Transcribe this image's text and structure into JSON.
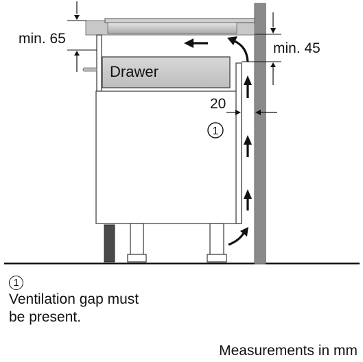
{
  "labels": {
    "min_65": "min. 65",
    "min_45": "min. 45",
    "drawer": "Drawer",
    "gap_20": "20",
    "marker": "1"
  },
  "note": {
    "marker": "1",
    "line1": "Ventilation gap must",
    "line2": "be present."
  },
  "footer": "Measurements in mm"
}
